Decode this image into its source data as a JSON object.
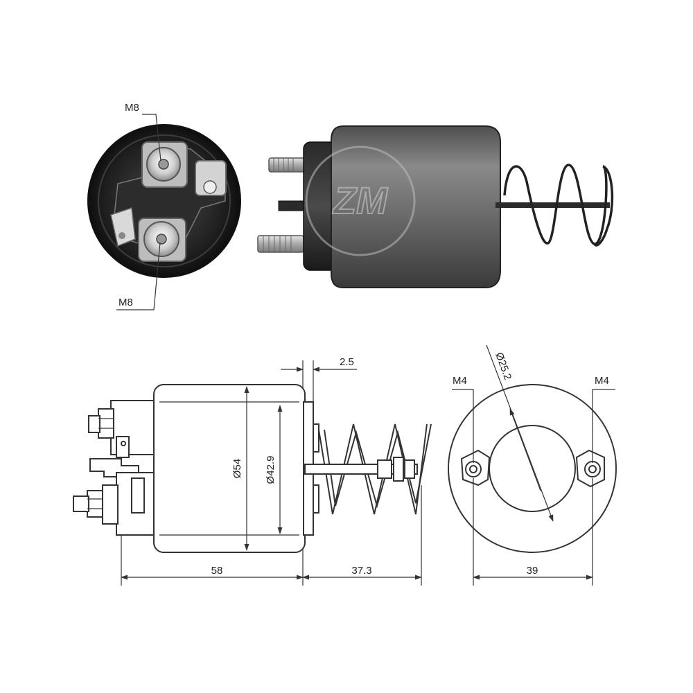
{
  "photo_top_view": {
    "label_top": "M8",
    "label_bottom": "M8"
  },
  "drawing_side": {
    "dim_length_body": "58",
    "dim_length_spring": "37.3",
    "dim_gap": "2.5",
    "dim_body_diameter": "Ø54",
    "dim_inner_diameter": "Ø42.9"
  },
  "drawing_end": {
    "label_left_thread": "M4",
    "label_right_thread": "M4",
    "dim_diameter": "Ø25.2",
    "dim_hole_spacing": "39"
  },
  "colors": {
    "ink": "#333333",
    "photo_dark": "#2a2a2a",
    "photo_body": "#6a6a6a",
    "metal": "#cfcfcf"
  }
}
